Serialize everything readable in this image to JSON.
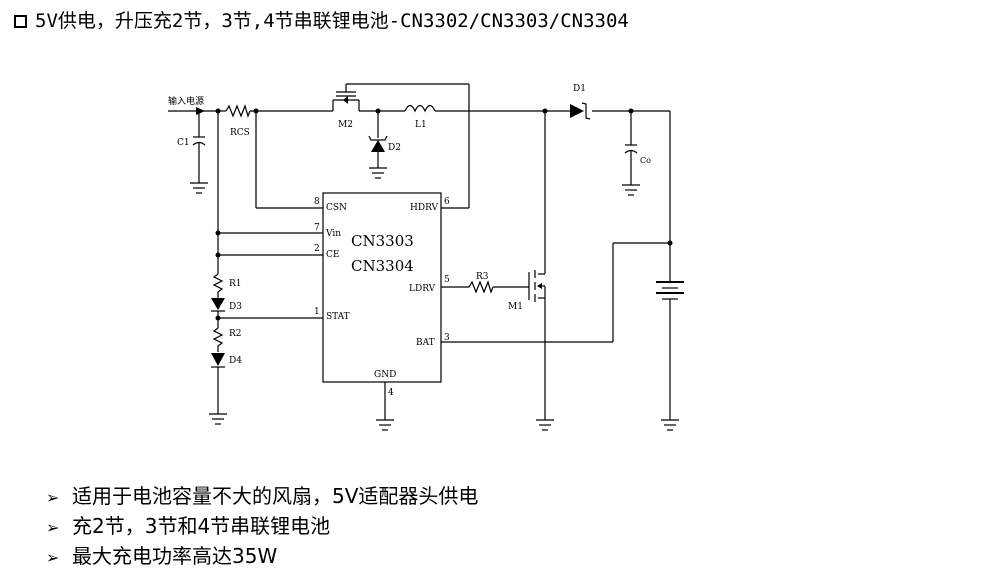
{
  "title": "5V供电，升压充2节，3节,4节串联锂电池-CN3302/CN3303/CN3304",
  "bullet_glyph": "➢",
  "bullets": [
    "适用于电池容量不大的风扇，5V适配器头供电",
    "充2节，3节和4节串联锂电池",
    "最大充电功率高达35W"
  ],
  "schematic": {
    "input_label": "输入电源",
    "components": {
      "rcs": "RCS",
      "c1": "C1",
      "m2": "M2",
      "d2": "D2",
      "l1": "L1",
      "d1": "D1",
      "co": "Co",
      "r1": "R1",
      "d3": "D3",
      "r2": "R2",
      "d4": "D4",
      "r3": "R3",
      "m1": "M1"
    },
    "ic": {
      "name_line1": "CN3303",
      "name_line2": "CN3304",
      "pins": {
        "csn": "CSN",
        "hdrv": "HDRV",
        "vin": "Vin",
        "ce": "CE",
        "ldrv": "LDRV",
        "stat": "STAT",
        "bat": "BAT",
        "gnd": "GND"
      },
      "pin_numbers": {
        "csn": "8",
        "hdrv": "6",
        "vin": "7",
        "ce": "2",
        "ldrv": "5",
        "stat": "1",
        "bat": "3",
        "gnd": "4"
      }
    }
  }
}
